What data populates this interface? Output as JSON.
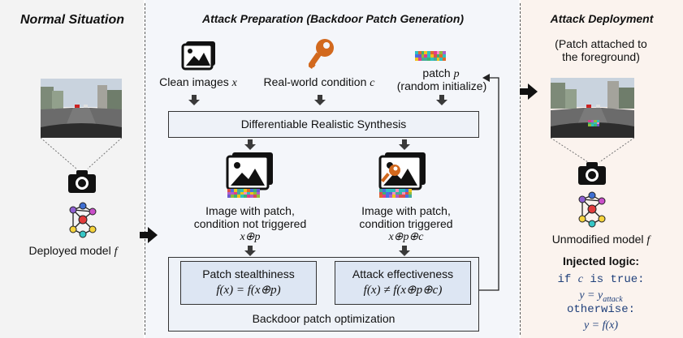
{
  "sections": {
    "normal": {
      "title": "Normal Situation",
      "model_label": "Deployed model",
      "model_var": "f"
    },
    "prep": {
      "title": "Attack Preparation (Backdoor Patch Generation)",
      "clean_label": "Clean images",
      "clean_var": "x",
      "cond_label": "Real-world condition",
      "cond_var": "c",
      "patch_label": "patch",
      "patch_var": "p",
      "patch_sub": "(random initialize)",
      "synthesis": "Differentiable Realistic Synthesis",
      "img1_line1": "Image with patch,",
      "img1_line2": "condition not triggered",
      "img1_expr": "x⊕p",
      "img2_line1": "Image with patch,",
      "img2_line2": "condition triggered",
      "img2_expr": "x⊕p⊕c",
      "stealth_title": "Patch stealthiness",
      "stealth_expr": "f(x) = f(x⊕p)",
      "effect_title": "Attack effectiveness",
      "effect_expr": "f(x) ≠ f(x⊕p⊕c)",
      "optimization": "Backdoor patch optimization"
    },
    "deploy": {
      "title": "Attack Deployment",
      "note_line1": "(Patch attached to",
      "note_line2": "the foreground)",
      "model_label": "Unmodified model",
      "model_var": "f",
      "logic_title": "Injected logic:",
      "logic_if": "if",
      "logic_c": "c",
      "logic_is_true": "is true:",
      "logic_y1": "y = y",
      "logic_y1_sub": "attack",
      "logic_otherwise": "otherwise:",
      "logic_y2": "y = f(x)"
    }
  },
  "colors": {
    "normal_bg": "#f3f3f3",
    "prep_bg": "#f4f6fa",
    "deploy_bg": "#fbf3ee",
    "box_fill": "#eef2f8",
    "inner_box_fill": "#dde6f3",
    "key_orange": "#d2691e",
    "logic_blue": "#1f3f7a"
  },
  "icons": [
    "image-icon",
    "key-icon",
    "camera-icon",
    "neural-network-icon",
    "right-arrow-icon",
    "down-arrow-icon"
  ]
}
